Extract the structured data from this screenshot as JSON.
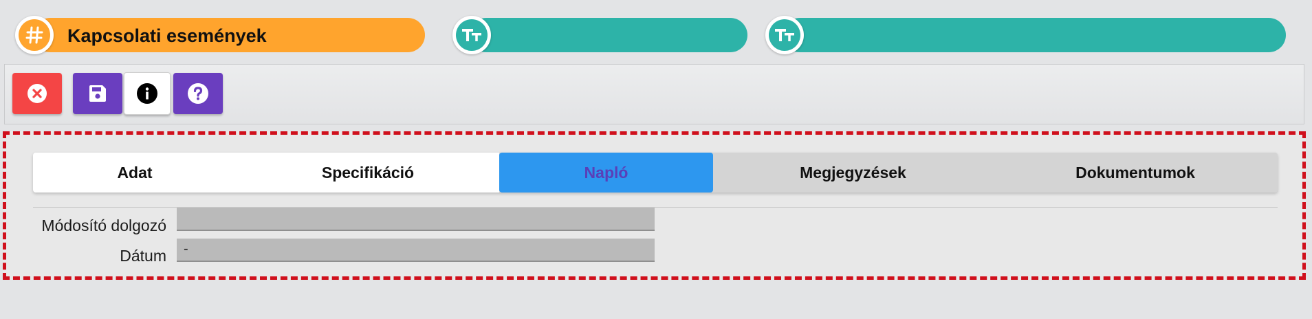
{
  "header": {
    "title": "Kapcsolati események",
    "title_icon": "hash-icon",
    "field_icon": "text-type-icon",
    "colors": {
      "title_pill": "#ffa42d",
      "field_pill": "#2db3a8"
    }
  },
  "toolbar": {
    "buttons": [
      {
        "icon": "close-icon",
        "color": "#f44545"
      },
      {
        "icon": "save-icon",
        "color": "#6a3ebf"
      },
      {
        "icon": "info-icon",
        "color": "#ffffff"
      },
      {
        "icon": "help-icon",
        "color": "#6a3ebf"
      }
    ]
  },
  "tabs": [
    {
      "label": "Adat",
      "active": false
    },
    {
      "label": "Specifikáció",
      "active": false
    },
    {
      "label": "Napló",
      "active": true
    },
    {
      "label": "Megjegyzések",
      "active": false
    },
    {
      "label": "Dokumentumok",
      "active": false
    }
  ],
  "form": {
    "modifier": {
      "label": "Módosító dolgozó",
      "value": ""
    },
    "date": {
      "label": "Dátum",
      "value": "-"
    }
  },
  "colors": {
    "active_tab": "#2d97ef",
    "frame_dash": "#d0101c"
  }
}
